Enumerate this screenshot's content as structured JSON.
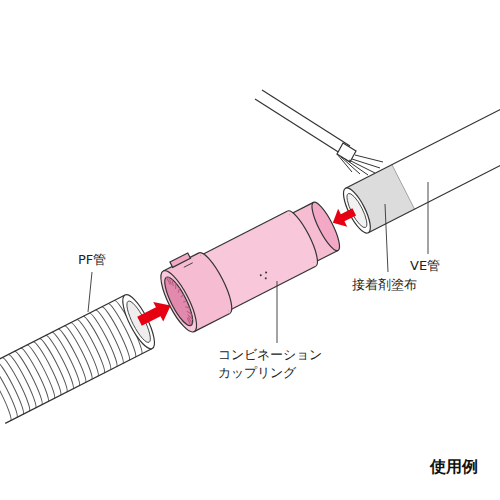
{
  "diagram": {
    "caption": "使用例",
    "labels": [
      "PF管",
      "VE管",
      "接着剤塗布",
      "コンビネーション カップリング"
    ]
  }
}
